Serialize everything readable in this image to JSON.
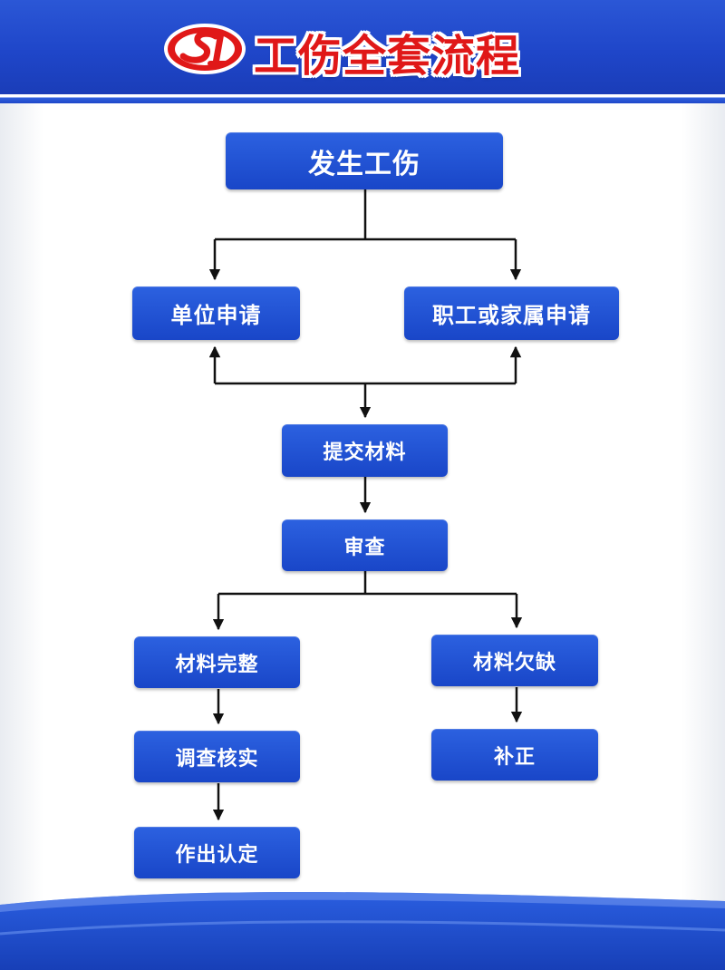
{
  "header": {
    "title": "工伤全套流程"
  },
  "flowchart": {
    "start": "发生工伤",
    "apply_unit": "单位申请",
    "apply_worker": "职工或家属申请",
    "submit": "提交材料",
    "review": "审查",
    "complete": "材料完整",
    "missing": "材料欠缺",
    "verify": "调查核实",
    "supplement": "补正",
    "decision": "作出认定"
  },
  "colors": {
    "node_blue": "#1f4fd1",
    "header_blue": "#1f46c9",
    "title_red": "#e01818",
    "arrow": "#111111"
  }
}
